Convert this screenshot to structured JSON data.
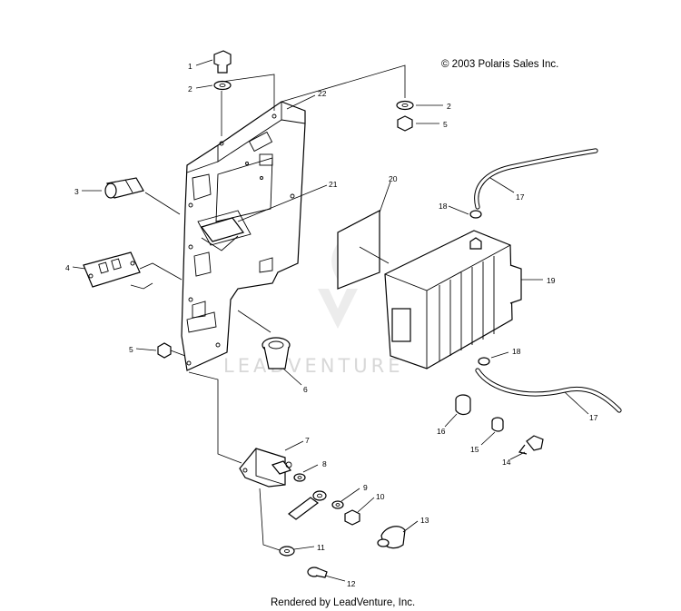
{
  "copyright": "© 2003 Polaris Sales Inc.",
  "footer": "Rendered by LeadVenture, Inc.",
  "watermark": "LEADVENTURE",
  "callouts": [
    {
      "id": "c1a",
      "label": "1"
    },
    {
      "id": "c2a",
      "label": "2"
    },
    {
      "id": "c22",
      "label": "22"
    },
    {
      "id": "c2b",
      "label": "2"
    },
    {
      "id": "c5a",
      "label": "5"
    },
    {
      "id": "c3",
      "label": "3"
    },
    {
      "id": "c21",
      "label": "21"
    },
    {
      "id": "c20",
      "label": "20"
    },
    {
      "id": "c17a",
      "label": "17"
    },
    {
      "id": "c18a",
      "label": "18"
    },
    {
      "id": "c4",
      "label": "4"
    },
    {
      "id": "c19",
      "label": "19"
    },
    {
      "id": "c5b",
      "label": "5"
    },
    {
      "id": "c6",
      "label": "6"
    },
    {
      "id": "c18b",
      "label": "18"
    },
    {
      "id": "c17b",
      "label": "17"
    },
    {
      "id": "c16",
      "label": "16"
    },
    {
      "id": "c15",
      "label": "15"
    },
    {
      "id": "c14",
      "label": "14"
    },
    {
      "id": "c7",
      "label": "7"
    },
    {
      "id": "c8",
      "label": "8"
    },
    {
      "id": "c9",
      "label": "9"
    },
    {
      "id": "c10",
      "label": "10"
    },
    {
      "id": "c13",
      "label": "13"
    },
    {
      "id": "c11",
      "label": "11"
    },
    {
      "id": "c12",
      "label": "12"
    }
  ]
}
